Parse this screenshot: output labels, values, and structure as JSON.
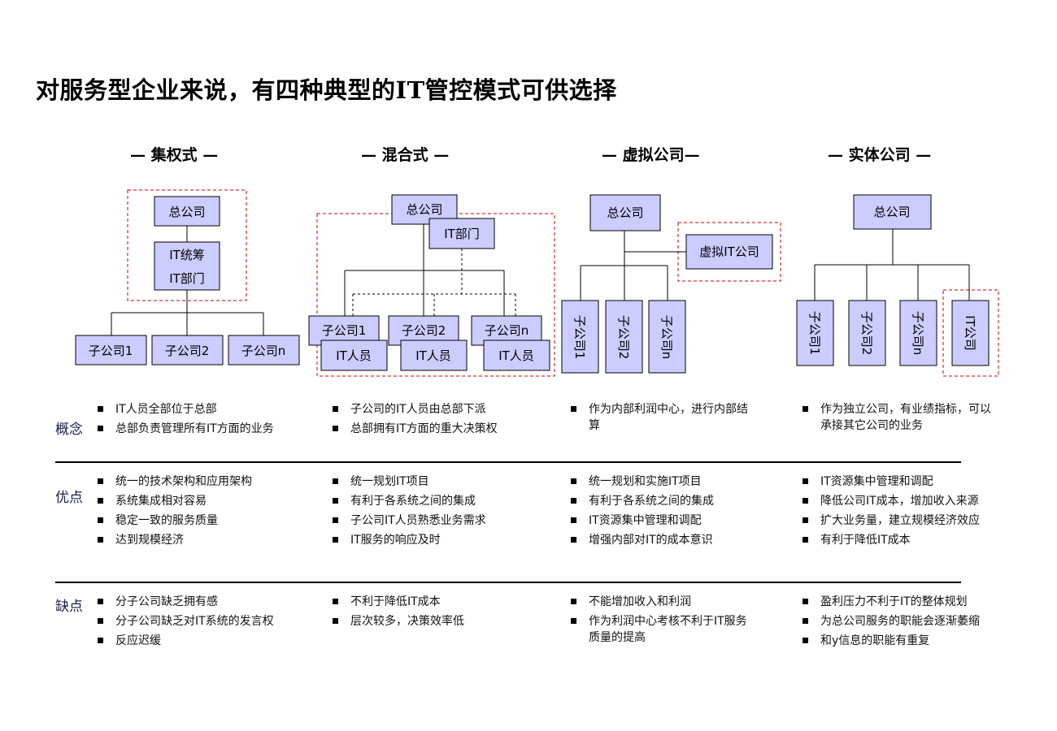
{
  "title": "对服务型企业来说，有四种典型的IT管控模式可供选择",
  "models": [
    {
      "name": "— 集权式 —",
      "boxes": {
        "hq": "总公司",
        "it_line1": "IT统筹",
        "it_line2": "IT部门",
        "subs": [
          "子公司1",
          "子公司2",
          "子公司n"
        ]
      }
    },
    {
      "name": "— 混合式 —",
      "boxes": {
        "hq": "总公司",
        "it_dept": "IT部门",
        "subs": [
          "子公司1",
          "子公司2",
          "子公司n"
        ],
        "it_staff": [
          "IT人员",
          "IT人员",
          "IT人员"
        ]
      }
    },
    {
      "name": "— 虚拟公司—",
      "boxes": {
        "hq": "总公司",
        "virtual_it": "虚拟IT公司",
        "subs": [
          "子公司1",
          "子公司2",
          "子公司n"
        ]
      }
    },
    {
      "name": "— 实体公司 —",
      "boxes": {
        "hq": "总公司",
        "subs": [
          "子公司1",
          "子公司2",
          "子公司n"
        ],
        "it_company": "IT公司"
      }
    }
  ],
  "rows": [
    {
      "label": "概念",
      "columns": [
        [
          "IT人员全部位于总部",
          "总部负责管理所有IT方面的业务"
        ],
        [
          "子公司的IT人员由总部下派",
          "总部拥有IT方面的重大决策权"
        ],
        [
          "作为内部利润中心，进行内部结算"
        ],
        [
          "作为独立公司，有业绩指标，可以承接其它公司的业务"
        ]
      ]
    },
    {
      "label": "优点",
      "columns": [
        [
          "统一的技术架构和应用架构",
          "系统集成相对容易",
          "稳定一致的服务质量",
          "达到规模经济"
        ],
        [
          "统一规划IT项目",
          "有利于各系统之间的集成",
          "子公司IT人员熟悉业务需求",
          "IT服务的响应及时"
        ],
        [
          "统一规划和实施IT项目",
          "有利于各系统之间的集成",
          "IT资源集中管理和调配",
          "增强内部对IT的成本意识"
        ],
        [
          "IT资源集中管理和调配",
          "降低公司IT成本，增加收入来源",
          "扩大业务量，建立规模经济效应",
          "有利于降低IT成本"
        ]
      ]
    },
    {
      "label": "缺点",
      "columns": [
        [
          "分子公司缺乏拥有感",
          "分子公司缺乏对IT系统的发言权",
          "反应迟缓"
        ],
        [
          "不利于降低IT成本",
          "层次较多，决策效率低"
        ],
        [
          "不能增加收入和利润",
          "作为利润中心考核不利于IT服务质量的提高"
        ],
        [
          "盈利压力不利于IT的整体规划",
          "为总公司服务的职能会逐渐萎缩",
          "和y信息的职能有重复"
        ]
      ]
    }
  ],
  "colors": {
    "box_fill": "#ccccff",
    "dash_red": "#cc0000",
    "line": "#000000"
  }
}
